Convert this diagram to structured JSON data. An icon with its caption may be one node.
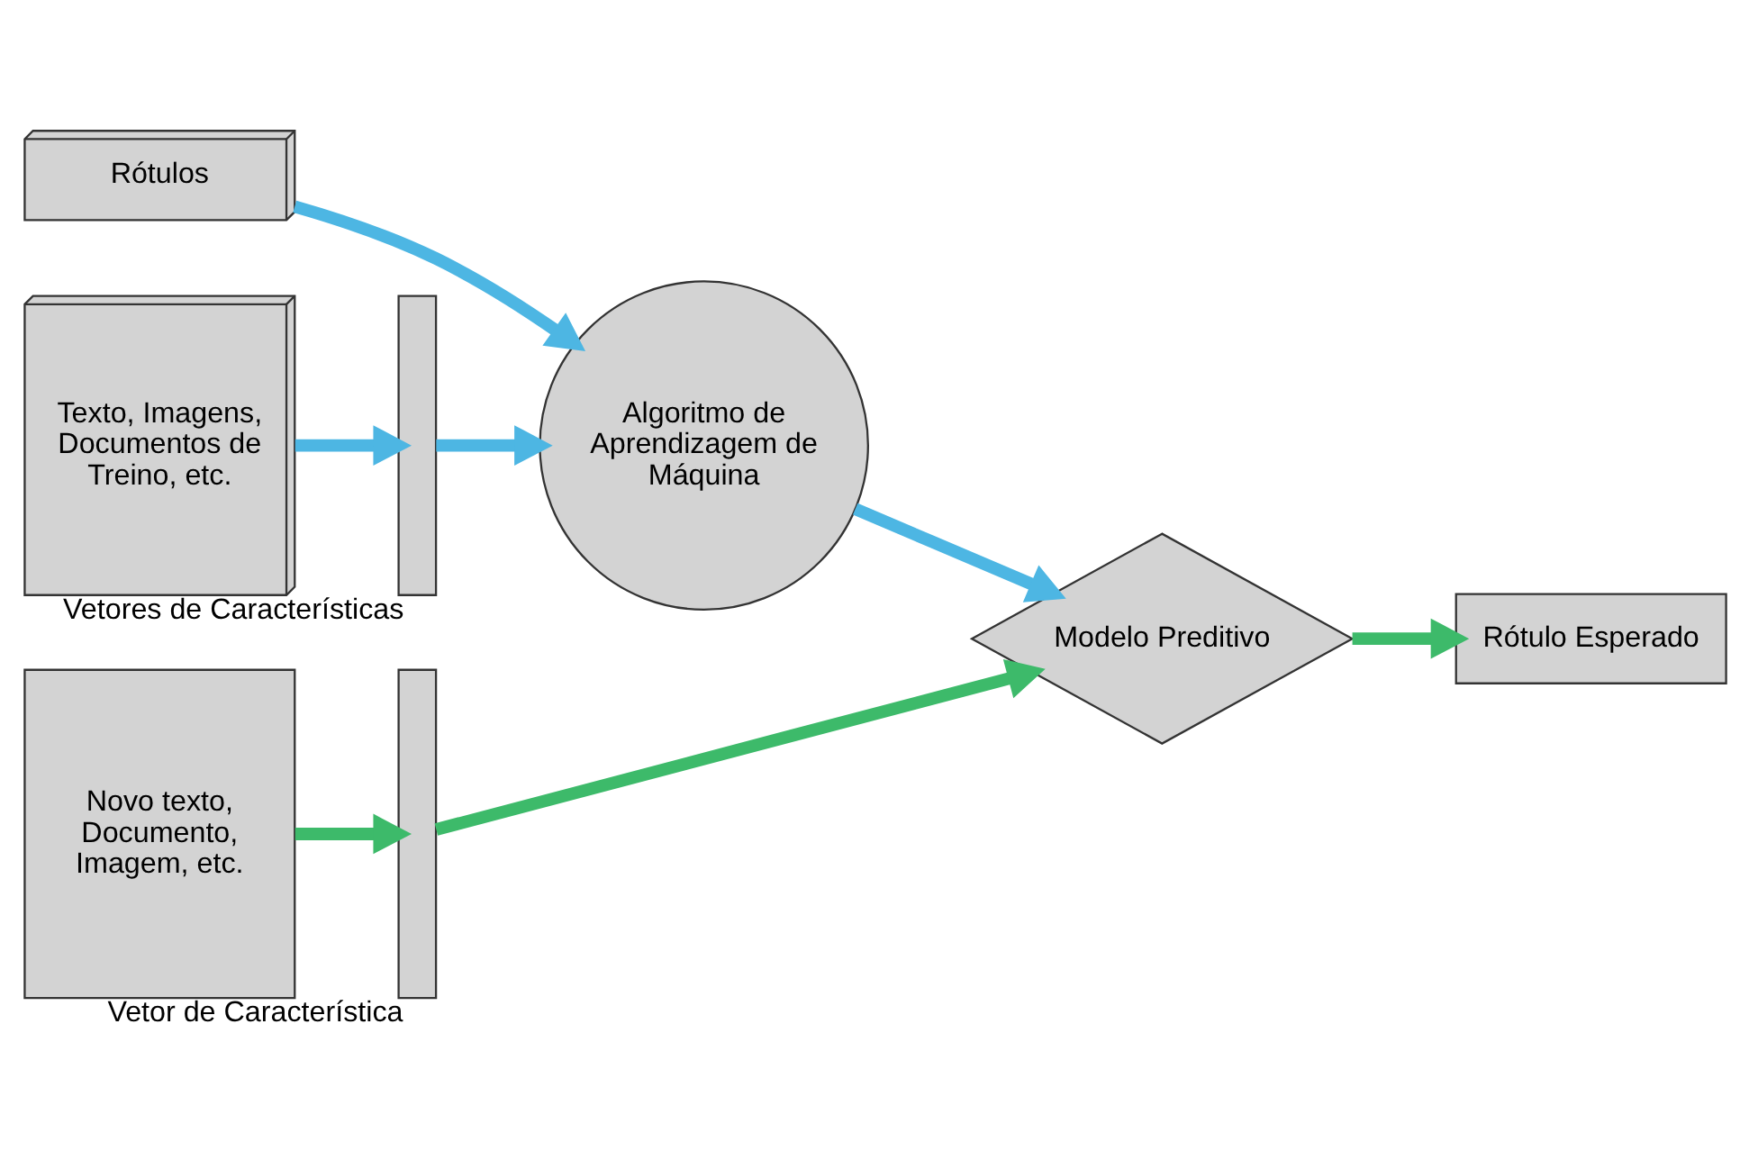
{
  "diagram": {
    "nodes": [
      {
        "text": [
          "Texto, Imagens, Documentos de Treino, etc."
        ]
      },
      {
        "text": [],
        "shape": "bar",
        "beside": [
          "Vetores de Características"
        ]
      },
      {
        "text": [
          "Algoritmo de Aprendizagem de Máquina"
        ]
      },
      {
        "text": [
          "Rótulos"
        ]
      },
      {
        "text": [
          "Novo texto, Documento, Imagem, etc."
        ]
      },
      {
        "text": [],
        "shape": "bar",
        "beside": [
          "Vetor de Característica"
        ]
      },
      {
        "text": [
          "Modelo Preditivo"
        ]
      },
      {
        "text": [
          "Rótulo Esperado"
        ]
      }
    ],
    "edges": [
      {
        "from": 0,
        "to": 1,
        "arrow": "to",
        "color": "#4db6e3"
      },
      {
        "from": 1,
        "to": 2,
        "arrow": "to",
        "color": "#4db6e3"
      },
      {
        "from": 3,
        "to": 2,
        "arrow": "to",
        "color": "#4db6e3"
      },
      {
        "from": 2,
        "to": 6,
        "arrow": "to",
        "color": "#4db6e3"
      },
      {
        "from": 4,
        "to": 5,
        "arrow": "to",
        "color": "#3dba6a"
      },
      {
        "from": 5,
        "to": 6,
        "arrow": "to",
        "color": "#3dba6a"
      },
      {
        "from": 6,
        "to": 7,
        "arrow": "to",
        "color": "#3dba6a"
      }
    ]
  }
}
